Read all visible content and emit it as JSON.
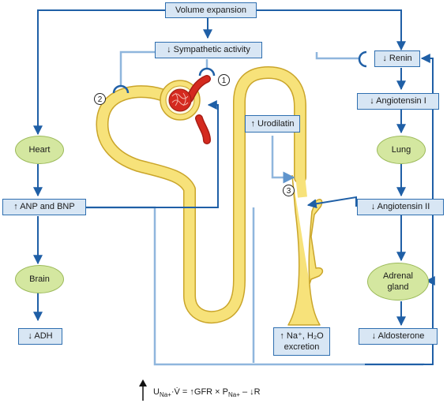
{
  "colors": {
    "box_fill": "#d8e6f4",
    "box_border": "#2f6fb0",
    "arrow_dark": "#1f5fa6",
    "arrow_light": "#8fb6dd",
    "oval_fill": "#d4e7a0",
    "nephron_fill": "#f7e27a",
    "nephron_outline": "#caa52a",
    "glomerulus": "#d42a1f"
  },
  "labels": {
    "volume_expansion": "Volume expansion",
    "sympathetic": "↓ Sympathetic activity",
    "renin": "↓ Renin",
    "angiotensin1": "↓ Angiotensin I",
    "lung": "Lung",
    "angiotensin2": "↓ Angiotensin II",
    "adrenal_line1": "Adrenal",
    "adrenal_line2": "gland",
    "aldosterone": "↓ Aldosterone",
    "heart": "Heart",
    "anp_bnp": "↑ ANP and BNP",
    "brain": "Brain",
    "adh": "↓ ADH",
    "urodilatin": "↑ Urodilatin",
    "excretion_line1": "↑ Na⁺, H₂O",
    "excretion_line2": "excretion"
  },
  "site_numbers": [
    "1",
    "2",
    "3"
  ],
  "formula": {
    "text": "U",
    "sub1": "Na+",
    "mid": "·V̇ = ↑GFR × P",
    "sub2": "Na+",
    "end": " – ↓R"
  }
}
